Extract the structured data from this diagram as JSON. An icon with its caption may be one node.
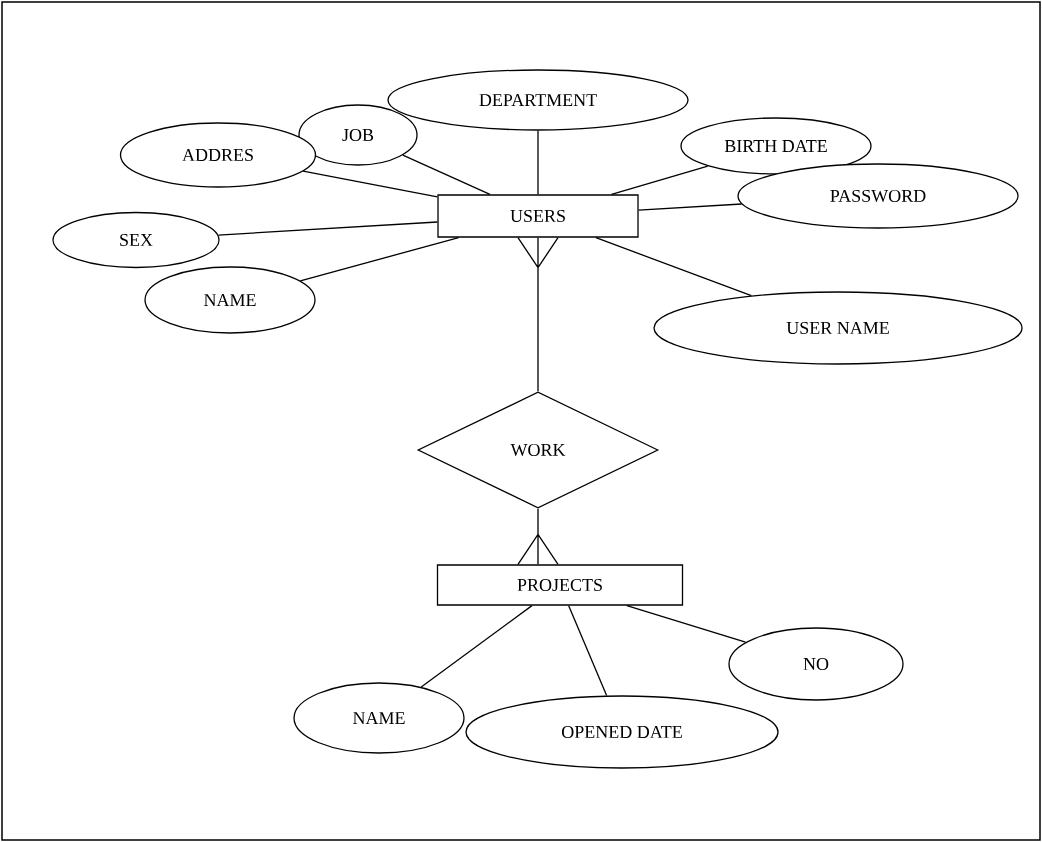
{
  "diagram": {
    "nodes": [
      {
        "text": [
          "JOB"
        ]
      },
      {
        "text": [
          "DEPARTMENT"
        ]
      },
      {
        "text": [
          "BIRTH DATE"
        ]
      },
      {
        "text": [
          "ADDRES"
        ]
      },
      {
        "text": [
          "PASSWORD"
        ]
      },
      {
        "text": [
          "USERS"
        ]
      },
      {
        "text": [
          "SEX"
        ]
      },
      {
        "text": [
          "NAME"
        ]
      },
      {
        "text": [
          "USER NAME"
        ]
      },
      {
        "text": [
          "WORK"
        ]
      },
      {
        "text": [
          "PROJECTS"
        ]
      },
      {
        "text": [
          "NO"
        ]
      },
      {
        "text": [
          "NAME"
        ]
      },
      {
        "text": [
          "OPENED DATE"
        ]
      }
    ],
    "edges": [
      {
        "from": 5,
        "to": 0,
        "arrow": "none"
      },
      {
        "from": 5,
        "to": 1,
        "arrow": "none"
      },
      {
        "from": 5,
        "to": 2,
        "arrow": "none"
      },
      {
        "from": 5,
        "to": 3,
        "arrow": "none"
      },
      {
        "from": 5,
        "to": 4,
        "arrow": "none"
      },
      {
        "from": 5,
        "to": 6,
        "arrow": "none"
      },
      {
        "from": 5,
        "to": 7,
        "arrow": "none"
      },
      {
        "from": 5,
        "to": 8,
        "arrow": "none"
      },
      {
        "from": 9,
        "to": 5,
        "arrow": "other"
      },
      {
        "from": 9,
        "to": 10,
        "arrow": "other"
      },
      {
        "from": 10,
        "to": 11,
        "arrow": "none"
      },
      {
        "from": 10,
        "to": 12,
        "arrow": "none"
      },
      {
        "from": 10,
        "to": 13,
        "arrow": "none"
      }
    ]
  }
}
